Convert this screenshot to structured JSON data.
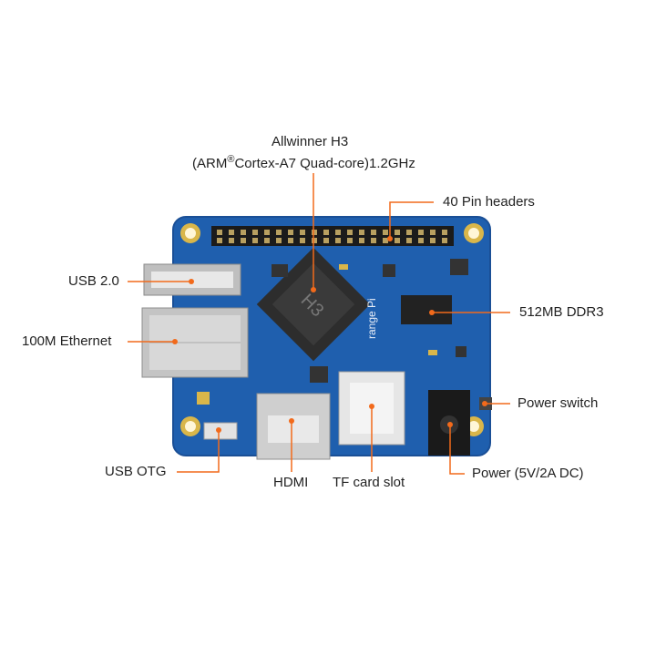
{
  "labels": {
    "cpu_line1": "Allwinner H3",
    "cpu_line2_pre": "(ARM",
    "cpu_line2_reg": "®",
    "cpu_line2_post": "Cortex-A7 Quad-core)1.2GHz",
    "pin_headers": "40 Pin headers",
    "usb2": "USB 2.0",
    "ethernet": "100M Ethernet",
    "ddr3": "512MB DDR3",
    "power_switch": "Power switch",
    "usb_otg": "USB OTG",
    "hdmi": "HDMI",
    "tf_card": "TF card slot",
    "power": "Power (5V/2A DC)"
  },
  "board": {
    "chip_marking": "H3",
    "silk_text": "range Pi"
  },
  "colors": {
    "pcb": "#1f5fae",
    "pcb_edge": "#1a4f96",
    "callout": "#f26a1b",
    "metal": "#c9c9c9",
    "chip": "#2d2d2d",
    "pad": "#d9b64a"
  }
}
